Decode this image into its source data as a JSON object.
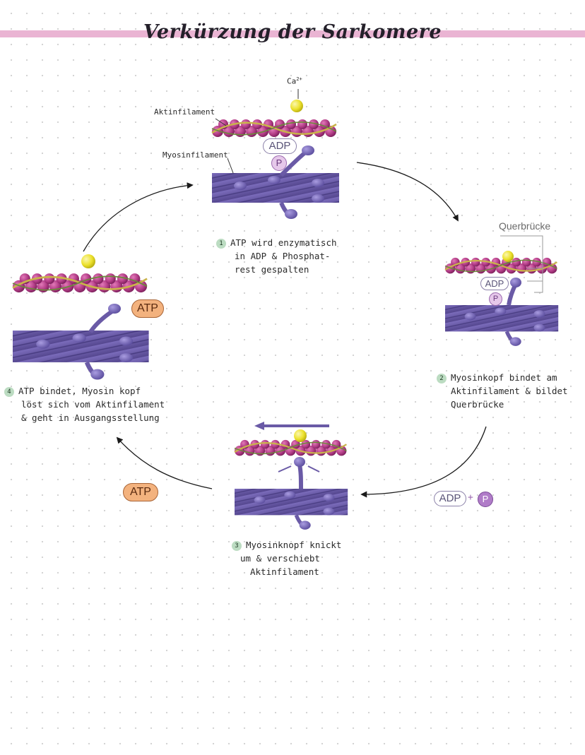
{
  "title": "Verkürzung der Sarkomere",
  "labels": {
    "ca": "Ca",
    "ca_sup": "2+",
    "aktinfilament": "Aktinfilament",
    "myosinfilament": "Myosinfilament",
    "querbruecke": "Querbrücke",
    "adp": "ADP",
    "p": "P",
    "atp": "ATP",
    "plus": "+"
  },
  "steps": [
    {
      "number": "1",
      "lines": [
        "ATP wird enzymatisch",
        "in ADP & Phosphat-",
        "rest gespalten"
      ]
    },
    {
      "number": "2",
      "lines": [
        "Myosinkopf bindet am",
        "Aktinfilament & bildet",
        "Querbrücke"
      ]
    },
    {
      "number": "3",
      "lines": [
        "Myosinknopf knickt",
        "um & verschiebt",
        "Aktinfilament"
      ]
    },
    {
      "number": "4",
      "lines": [
        "ATP bindet, Myosin kopf",
        "löst sich vom Aktinfilament",
        "& geht in Ausgangsstellung"
      ]
    }
  ],
  "colors": {
    "title_band": "#eab4d3",
    "actin_bead": "#b23c86",
    "myosin": "#6a5aa6",
    "calcium": "#f1e83a",
    "atp": "#f3b27e",
    "step_number": "#bcdcc2"
  }
}
